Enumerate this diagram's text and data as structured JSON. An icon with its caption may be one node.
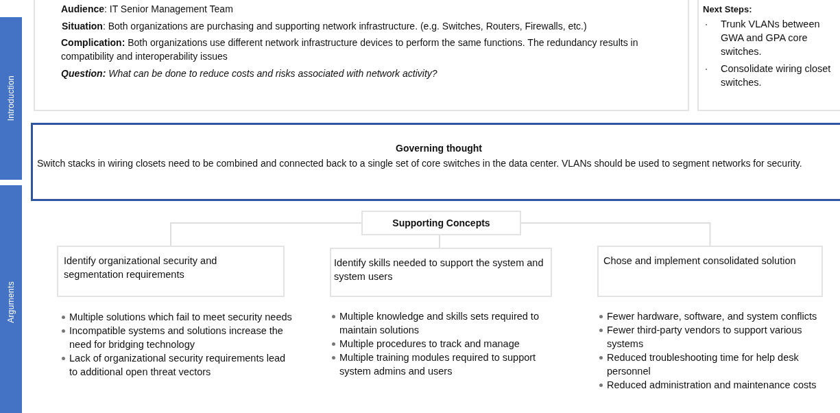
{
  "diagram": {
    "nodes": [
      {
        "text": [
          "Introduction"
        ]
      },
      {
        "text": [
          "Arguments"
        ]
      },
      {
        "text": [
          "**Audience**: IT Senior Management Team",
          "**Situation**: Both organizations are purchasing and supporting network infrastructure. (e.g. Switches, Routers, Firewalls, etc.)",
          "**Complication:** Both organizations use different network infrastructure devices to perform the same functions. The redundancy results in compatibility and interoperability issues",
          "**Question:** What can be done to reduce costs and risks associated with network activity?"
        ]
      },
      {
        "text": [
          "Next Steps:",
          "Trunk VLANs between GWA and GPA core switches.",
          "Consolidate wiring closet switches."
        ]
      },
      {
        "text": [
          "Governing thought",
          "Switch stacks in wiring closets need to be combined and connected back to a single set of core switches in the data center. VLANs should be used to segment networks for security."
        ]
      },
      {
        "text": [
          "Supporting Concepts"
        ]
      },
      {
        "text": [
          "Identify organizational security and segmentation requirements"
        ],
        "beside": [
          "Multiple solutions which fail to meet security needs",
          "Incompatible systems and solutions increase the need for bridging technology",
          "Lack of organizational security requirements lead to additional open threat vectors"
        ]
      },
      {
        "text": [
          "Identify skills needed to support the system and system users"
        ],
        "beside": [
          "Multiple knowledge and skills sets required to maintain solutions",
          "Multiple procedures to track and manage",
          "Multiple training modules required to support system admins and users"
        ]
      },
      {
        "text": [
          "Chose and implement consolidated solution"
        ],
        "beside": [
          "Fewer hardware, software, and system conflicts",
          "Fewer third-party vendors to support various systems",
          "Reduced troubleshooting time for help desk personnel",
          "Reduced administration and maintenance costs"
        ]
      }
    ],
    "edges": [
      {
        "from": 5,
        "to": 6,
        "arrow": "none"
      },
      {
        "from": 5,
        "to": 7,
        "arrow": "none"
      },
      {
        "from": 5,
        "to": 8,
        "arrow": "none"
      }
    ]
  }
}
